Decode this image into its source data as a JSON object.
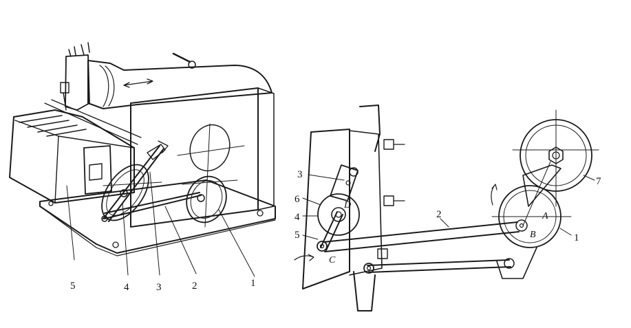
{
  "left_view": {
    "callouts": [
      "5",
      "4",
      "3",
      "2",
      "1"
    ]
  },
  "right_view": {
    "callouts": {
      "c3": "3",
      "c6": "6",
      "c4": "4",
      "c5": "5",
      "c2": "2",
      "c1": "1",
      "c7": "7"
    },
    "points": {
      "A": "A",
      "B": "B",
      "C": "C",
      "D": "D"
    }
  }
}
